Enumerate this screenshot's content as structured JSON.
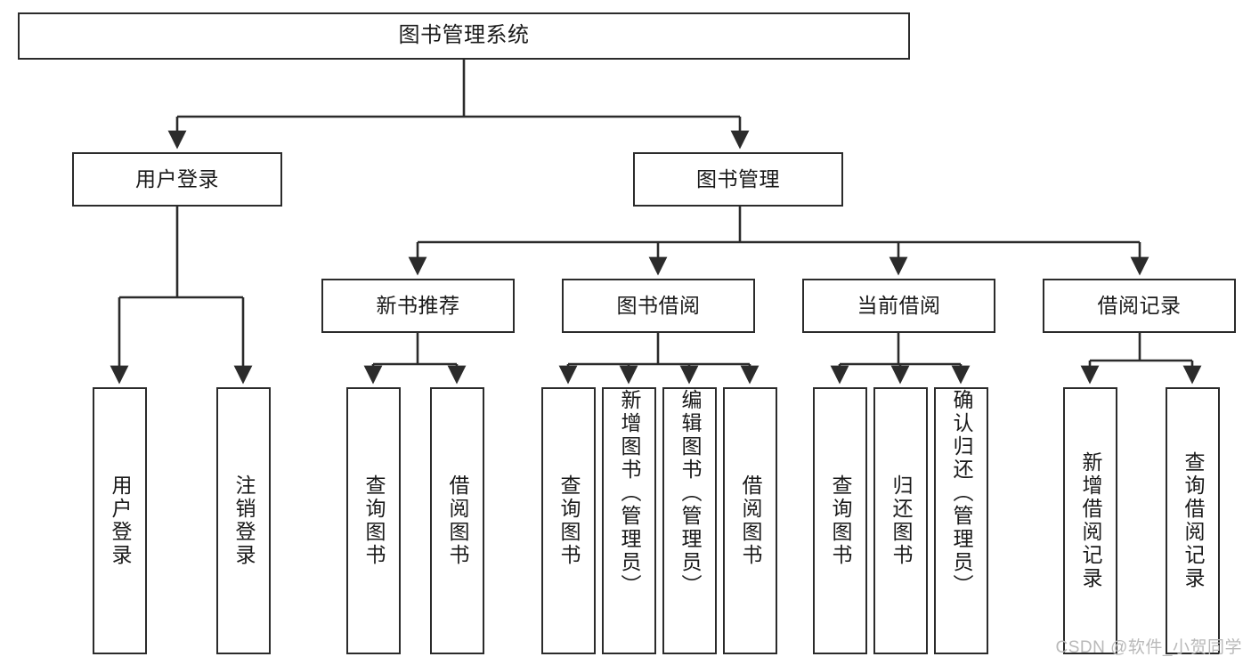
{
  "diagram": {
    "title": "图书管理系统",
    "type": "tree-hierarchy-diagram",
    "watermark": "CSDN @软件_小贺同学",
    "colors": {
      "stroke": "#2b2b2b",
      "fill": "#ffffff",
      "text": "#1a1a1a",
      "watermark": "#b9b9b9"
    },
    "nodes": {
      "root": {
        "label": "图书管理系统"
      },
      "level1": [
        {
          "id": "user-login",
          "label": "用户登录"
        },
        {
          "id": "book-management",
          "label": "图书管理"
        }
      ],
      "level2": [
        {
          "id": "new-book-recommend",
          "label": "新书推荐"
        },
        {
          "id": "book-borrow",
          "label": "图书借阅"
        },
        {
          "id": "current-borrow",
          "label": "当前借阅"
        },
        {
          "id": "borrow-record",
          "label": "借阅记录"
        }
      ],
      "leaves": {
        "user-login": [
          {
            "id": "leaf-user-login",
            "label": "用户登录"
          },
          {
            "id": "leaf-logout",
            "label": "注销登录"
          }
        ],
        "new-book-recommend": [
          {
            "id": "leaf-query-book-1",
            "label": "查询图书"
          },
          {
            "id": "leaf-borrow-book-1",
            "label": "借阅图书"
          }
        ],
        "book-borrow": [
          {
            "id": "leaf-query-book-2",
            "label": "查询图书"
          },
          {
            "id": "leaf-add-book",
            "label": "新增图书（管理员）"
          },
          {
            "id": "leaf-edit-book",
            "label": "编辑图书（管理员）"
          },
          {
            "id": "leaf-borrow-book-2",
            "label": "借阅图书"
          }
        ],
        "current-borrow": [
          {
            "id": "leaf-query-book-3",
            "label": "查询图书"
          },
          {
            "id": "leaf-return-book",
            "label": "归还图书"
          },
          {
            "id": "leaf-confirm-return",
            "label": "确认归还（管理员）"
          }
        ],
        "borrow-record": [
          {
            "id": "leaf-add-record",
            "label": "新增借阅记录"
          },
          {
            "id": "leaf-query-record",
            "label": "查询借阅记录"
          }
        ]
      }
    }
  }
}
